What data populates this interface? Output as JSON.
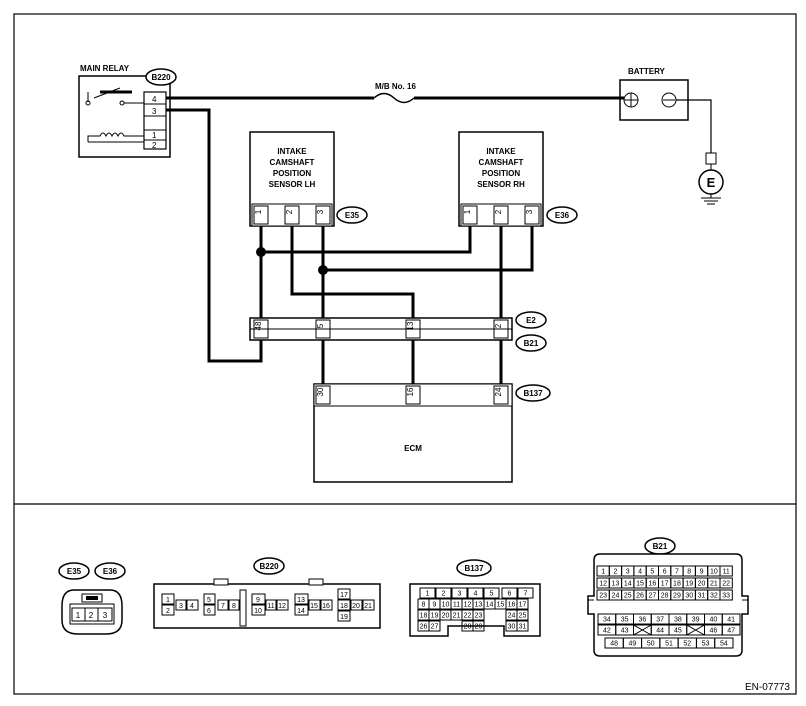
{
  "labels": {
    "main_relay": "MAIN RELAY",
    "battery": "BATTERY",
    "fuse": "M/B No. 16",
    "ecm": "ECM",
    "ground": "E",
    "figure_code": "EN-07773"
  },
  "sensor_lh": [
    "INTAKE",
    "CAMSHAFT",
    "POSITION",
    "SENSOR LH"
  ],
  "sensor_rh": [
    "INTAKE",
    "CAMSHAFT",
    "POSITION",
    "SENSOR RH"
  ],
  "tags": {
    "b220": "B220",
    "e35": "E35",
    "e36": "E36",
    "e2": "E2",
    "b21": "B21",
    "b137": "B137",
    "b220_v": "B220",
    "e35_v": "E35",
    "e36_v": "E36",
    "b137_v": "B137",
    "b21_v": "B21"
  },
  "pins": {
    "relay": [
      "4",
      "3",
      "1",
      "2"
    ],
    "lh": [
      "1",
      "2",
      "3"
    ],
    "rh": [
      "1",
      "2",
      "3"
    ],
    "bar": [
      "48",
      "5",
      "13",
      "2"
    ],
    "ecm": [
      "30",
      "16",
      "24"
    ]
  },
  "connectors": {
    "e35": [
      "1",
      "2",
      "3"
    ],
    "b220": [
      "1",
      "2",
      "3",
      "4",
      "5",
      "6",
      "7",
      "8",
      "9",
      "10",
      "11",
      "12",
      "13",
      "14",
      "15",
      "16",
      "17",
      "18",
      "19",
      "20",
      "21"
    ],
    "b137": [
      "1",
      "2",
      "3",
      "4",
      "5",
      "6",
      "7",
      "8",
      "9",
      "10",
      "11",
      "12",
      "13",
      "14",
      "15",
      "16",
      "17",
      "18",
      "19",
      "20",
      "21",
      "22",
      "23",
      "24",
      "25",
      "26",
      "27",
      "28",
      "29",
      "30",
      "31"
    ],
    "b21": [
      "1",
      "2",
      "3",
      "4",
      "5",
      "6",
      "7",
      "8",
      "9",
      "10",
      "11",
      "12",
      "13",
      "14",
      "15",
      "16",
      "17",
      "18",
      "19",
      "20",
      "21",
      "22",
      "23",
      "24",
      "25",
      "26",
      "27",
      "28",
      "29",
      "30",
      "31",
      "32",
      "33",
      "34",
      "35",
      "36",
      "37",
      "38",
      "39",
      "40",
      "41",
      "42",
      "43",
      "44",
      "45",
      "46",
      "47",
      "48",
      "49",
      "50",
      "51",
      "52",
      "53",
      "54"
    ]
  }
}
